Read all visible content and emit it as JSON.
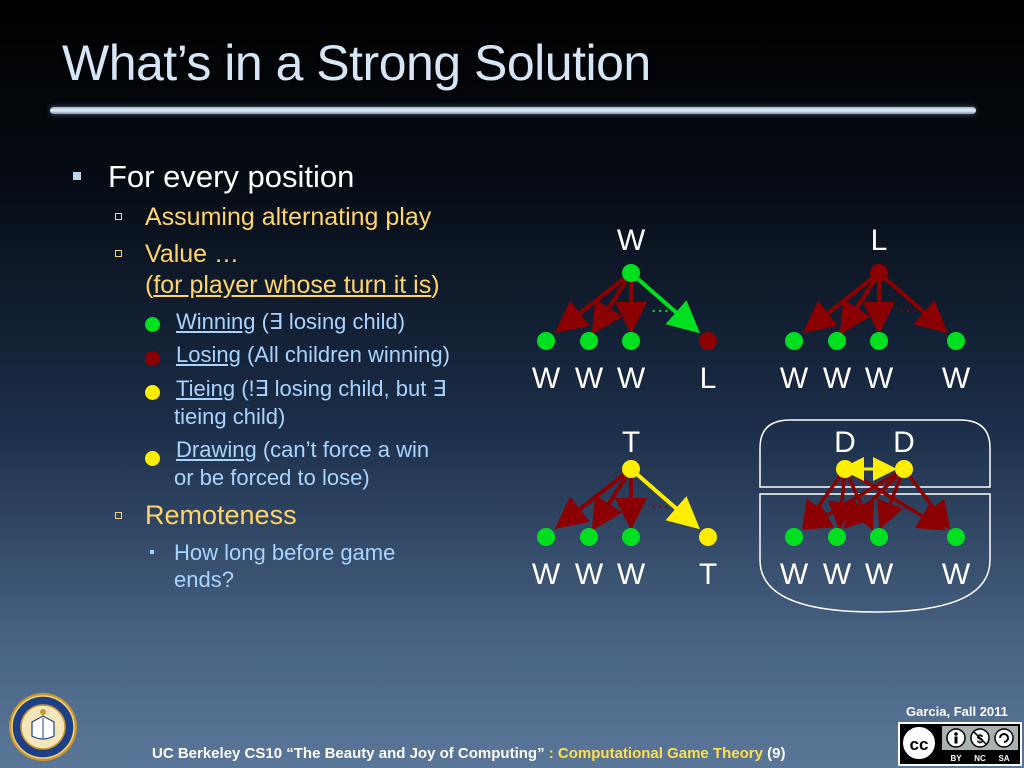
{
  "title": "What’s in a Strong Solution",
  "bullets": {
    "b1": "For every position",
    "b1_1": "Assuming alternating play",
    "b1_2_line1": "Value …",
    "b1_2_open": "(",
    "b1_2_link": "for player whose turn it is",
    "b1_2_close": ")",
    "winning_term": "Winning",
    "winning_desc": " (∃ losing child)",
    "losing_term": "Losing",
    "losing_desc": " (All children winning)",
    "tieing_term": "Tieing",
    "tieing_desc": " (!∃ losing child, but ∃",
    "tieing_desc2": "tieing child)",
    "drawing_term": "Drawing",
    "drawing_desc": " (can’t force a win",
    "drawing_desc2": "or be forced to lose)",
    "b1_3": "Remoteness",
    "b1_3_1_line1": "How long before game",
    "b1_3_1_line2": "ends?"
  },
  "colors": {
    "win": "#00e020",
    "lose": "#8b0000",
    "tie": "#ffee00",
    "edge": "#8b0000"
  },
  "trees": {
    "t1": {
      "root": "W",
      "c1": "W",
      "c2": "W",
      "c3": "W",
      "c4": "L",
      "ellipsis": "…"
    },
    "t2": {
      "root": "L",
      "c1": "W",
      "c2": "W",
      "c3": "W",
      "c4": "W",
      "ellipsis": "…"
    },
    "t3": {
      "root": "T",
      "c1": "W",
      "c2": "W",
      "c3": "W",
      "c4": "T",
      "ellipsis": "…"
    },
    "t4": {
      "root_a": "D",
      "root_b": "D",
      "c1": "W",
      "c2": "W",
      "c3": "W",
      "c4": "W",
      "ellipsis": "…"
    }
  },
  "footer": {
    "course": "UC Berkeley CS10 “The Beauty and Joy of Computing”",
    "sep": " : ",
    "topic": "Computational Game Theory",
    "page": " (9)",
    "credit": "Garcia, Fall 2011"
  },
  "icons": {
    "seal": "uc-seal-icon",
    "license": "cc-by-nc-sa-icon",
    "license_labels": [
      "BY",
      "NC",
      "SA"
    ]
  }
}
